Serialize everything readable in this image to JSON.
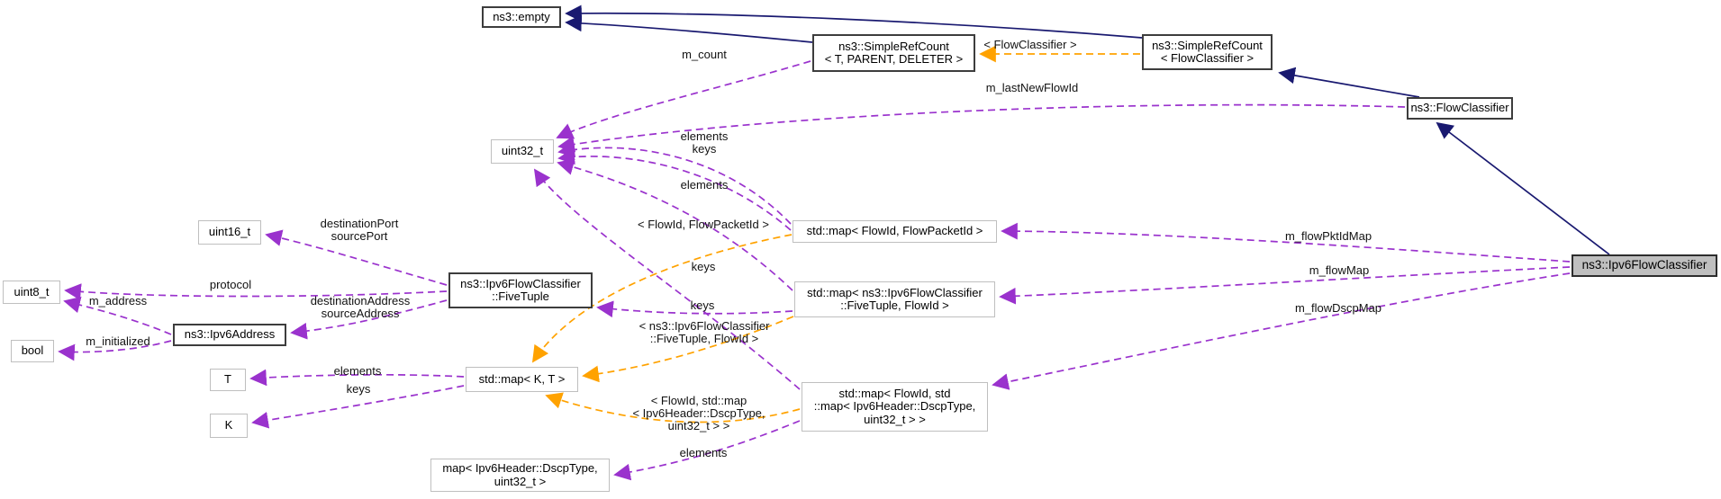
{
  "colors": {
    "inheritance_edge": "#191970",
    "member_edge": "#9a32cd",
    "template_edge": "#ffa200",
    "class_node_border": "#3d3d3d",
    "plain_node_border": "#bfbfbf",
    "current_node_fill": "#bfbfbf",
    "background": "#ffffff"
  },
  "nodes": {
    "empty": {
      "label": "ns3::empty"
    },
    "srcT": {
      "label": "ns3::SimpleRefCount\n< T, PARENT, DELETER >"
    },
    "srcFC": {
      "label": "ns3::SimpleRefCount\n< FlowClassifier >"
    },
    "flowClassifier": {
      "label": "ns3::FlowClassifier"
    },
    "ipv6FlowClassifier": {
      "label": "ns3::Ipv6FlowClassifier"
    },
    "uint32": {
      "label": "uint32_t"
    },
    "uint16": {
      "label": "uint16_t"
    },
    "uint8": {
      "label": "uint8_t"
    },
    "bool": {
      "label": "bool"
    },
    "ipv6Address": {
      "label": "ns3::Ipv6Address"
    },
    "fiveTuple": {
      "label": "ns3::Ipv6FlowClassifier\n::FiveTuple"
    },
    "T": {
      "label": "T"
    },
    "K": {
      "label": "K"
    },
    "mapKT": {
      "label": "std::map< K, T >"
    },
    "mapFlowPkt": {
      "label": "std::map< FlowId, FlowPacketId >"
    },
    "mapFiveTuple": {
      "label": "std::map< ns3::Ipv6FlowClassifier\n::FiveTuple, FlowId >"
    },
    "mapFlowDscp": {
      "label": "std::map< FlowId, std\n::map< Ipv6Header::DscpType,\nuint32_t > >"
    },
    "mapDscp": {
      "label": "map< Ipv6Header::DscpType,\nuint32_t >"
    }
  },
  "edge_labels": {
    "m_count": {
      "label": "m_count",
      "type": "member"
    },
    "tmpl_flowclassifier": {
      "label": "< FlowClassifier >",
      "type": "template"
    },
    "m_lastNewFlowId": {
      "label": "m_lastNewFlowId",
      "type": "member"
    },
    "elements_keys_pkt": {
      "label": "elements\nkeys",
      "type": "member"
    },
    "elements_fivetuple_map": {
      "label": "elements",
      "type": "member"
    },
    "tmpl_flowpkt": {
      "label": "< FlowId, FlowPacketId >",
      "type": "template"
    },
    "keys_dscp_map": {
      "label": "keys",
      "type": "member"
    },
    "keys_fivetuple": {
      "label": "keys",
      "type": "member"
    },
    "tmpl_fivetuple": {
      "label": "< ns3::Ipv6FlowClassifier\n::FiveTuple, FlowId >",
      "type": "template"
    },
    "tmpl_flowdscp": {
      "label": "< FlowId, std::map\n< Ipv6Header::DscpType,\nuint32_t > >",
      "type": "template"
    },
    "elements_dscp": {
      "label": "elements",
      "type": "member"
    },
    "dest_source_port": {
      "label": "destinationPort\nsourcePort",
      "type": "member"
    },
    "protocol": {
      "label": "protocol",
      "type": "member"
    },
    "m_address": {
      "label": "m_address",
      "type": "member"
    },
    "dest_source_address": {
      "label": "destinationAddress\nsourceAddress",
      "type": "member"
    },
    "m_initialized": {
      "label": "m_initialized",
      "type": "member"
    },
    "elements_T": {
      "label": "elements",
      "type": "member"
    },
    "keys_K": {
      "label": "keys",
      "type": "member"
    },
    "m_flowPktIdMap": {
      "label": "m_flowPktIdMap",
      "type": "member"
    },
    "m_flowMap": {
      "label": "m_flowMap",
      "type": "member"
    },
    "m_flowDscpMap": {
      "label": "m_flowDscpMap",
      "type": "member"
    }
  }
}
